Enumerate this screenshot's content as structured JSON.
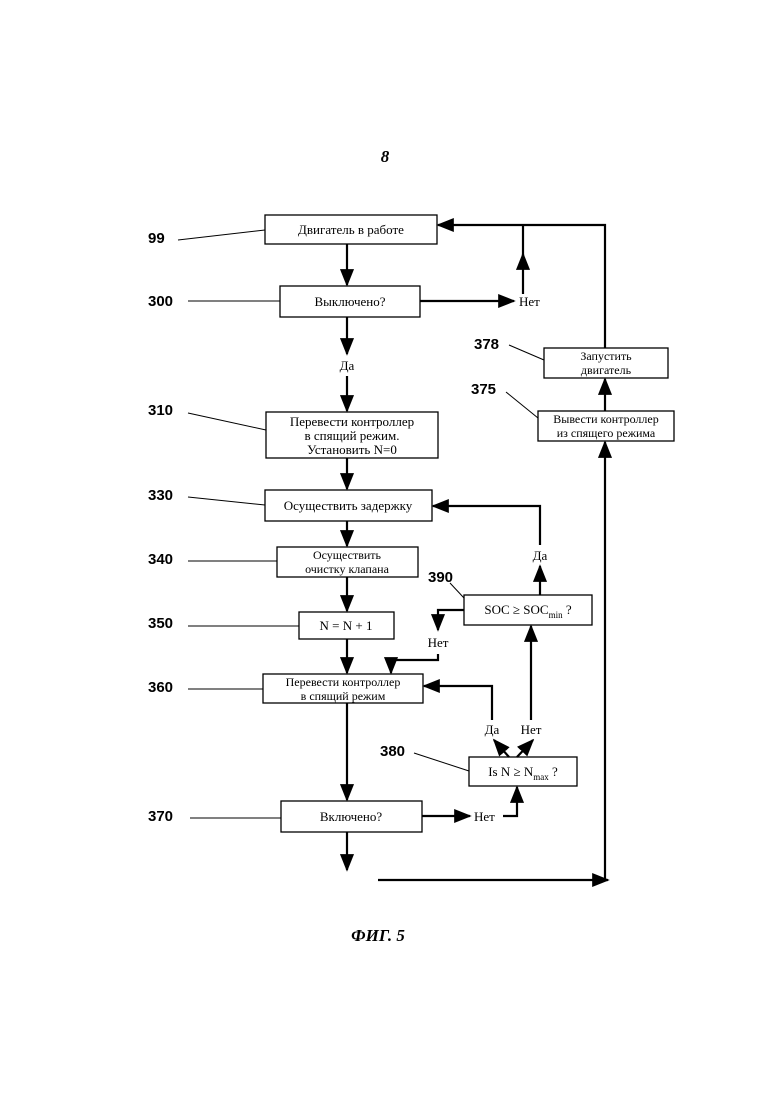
{
  "page_number": "8",
  "figure_caption": "ФИГ. 5",
  "steps": {
    "s99": {
      "ref": "99",
      "text": "Двигатель в работе"
    },
    "s300": {
      "ref": "300",
      "text": "Выключено?"
    },
    "s310": {
      "ref": "310",
      "lines": [
        "Перевести контроллер",
        "в спящий режим.",
        "Установить N=0"
      ]
    },
    "s330": {
      "ref": "330",
      "text": "Осуществить задержку"
    },
    "s340": {
      "ref": "340",
      "lines": [
        "Осуществить",
        "очистку клапана"
      ]
    },
    "s350": {
      "ref": "350",
      "text": "N = N + 1"
    },
    "s360": {
      "ref": "360",
      "lines": [
        "Перевести контроллер",
        "в спящий режим"
      ]
    },
    "s370": {
      "ref": "370",
      "text": "Включено?"
    },
    "s375": {
      "ref": "375",
      "lines": [
        "Вывести контроллер",
        "из спящего режима"
      ]
    },
    "s378": {
      "ref": "378",
      "lines": [
        "Запустить",
        "двигатель"
      ]
    },
    "s380": {
      "ref": "380",
      "prefix": "Is N ≥ N",
      "sub": "max",
      "suffix": " ?"
    },
    "s390": {
      "ref": "390",
      "prefix": "SOC ≥ SOC",
      "sub": "min",
      "suffix": " ?"
    }
  },
  "branch_labels": {
    "s300_no": "Нет",
    "s300_yes": "Да",
    "s390_yes": "Да",
    "s390_no": "Нет",
    "s380_yes": "Да",
    "s380_no": "Нет",
    "s370_no": "Нет"
  }
}
